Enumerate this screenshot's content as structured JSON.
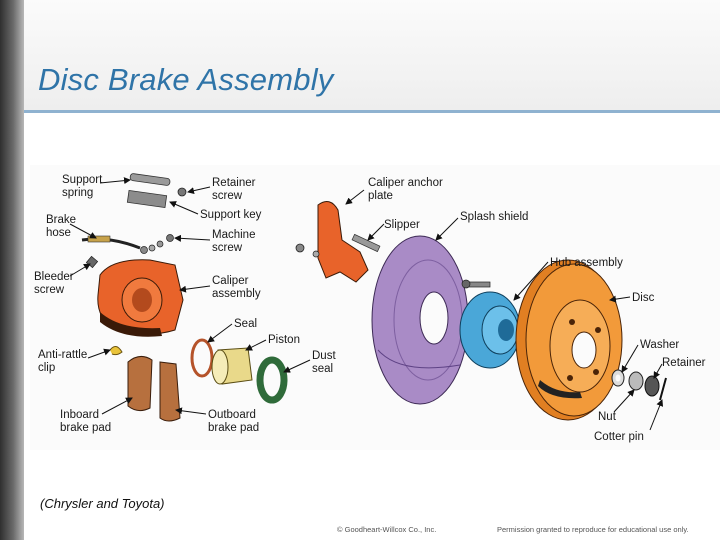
{
  "slide": {
    "title": "Disc Brake Assembly",
    "credit": "(Chrysler and Toyota)",
    "copyright": "© Goodheart-Willcox Co., Inc.",
    "permission": "Permission granted to reproduce for educational use only."
  },
  "colors": {
    "title": "#2f74a8",
    "rule": "#8fb2d0",
    "caliper": "#e8632a",
    "splash_shield": "#a98bc6",
    "hub": "#4aa7d8",
    "disc": "#f29a3a",
    "piston": "#e9d98a",
    "seal": "#2f6b3a",
    "pad": "#b7703e"
  },
  "labels": {
    "support_spring": [
      "Support",
      "spring"
    ],
    "retainer_screw": [
      "Retainer",
      "screw"
    ],
    "support_key": [
      "Support key"
    ],
    "brake_hose": [
      "Brake",
      "hose"
    ],
    "machine_screw": [
      "Machine",
      "screw"
    ],
    "bleeder_screw": [
      "Bleeder",
      "screw"
    ],
    "caliper_assembly": [
      "Caliper",
      "assembly"
    ],
    "seal": [
      "Seal"
    ],
    "piston": [
      "Piston"
    ],
    "anti_rattle_clip": [
      "Anti-rattle",
      "clip"
    ],
    "dust_seal": [
      "Dust",
      "seal"
    ],
    "inboard_brake_pad": [
      "Inboard",
      "brake pad"
    ],
    "outboard_brake_pad": [
      "Outboard",
      "brake pad"
    ],
    "caliper_anchor_plate": [
      "Caliper anchor",
      "plate"
    ],
    "slipper": [
      "Slipper"
    ],
    "splash_shield": [
      "Splash shield"
    ],
    "hub_assembly": [
      "Hub assembly"
    ],
    "disc": [
      "Disc"
    ],
    "washer": [
      "Washer"
    ],
    "retainer": [
      "Retainer"
    ],
    "nut": [
      "Nut"
    ],
    "cotter_pin": [
      "Cotter pin"
    ]
  }
}
